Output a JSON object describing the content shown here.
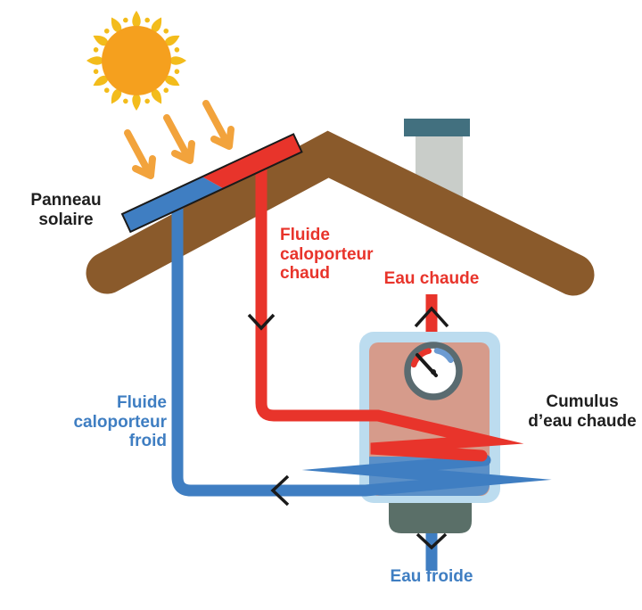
{
  "labels": {
    "panel": "Panneau\nsolaire",
    "hot_fluid": "Fluide\ncaloporteur\nchaud",
    "hot_water_out": "Eau chaude",
    "tank": "Cumulus\nd’eau chaude",
    "cold_fluid": "Fluide\ncaloporteur\nfroid",
    "cold_water_in": "Eau froide"
  },
  "colors": {
    "hot_red": "#e8342b",
    "cold_blue": "#3f7ec2",
    "text_dark": "#1f1f1f",
    "roof_brown": "#8a5a2b",
    "sun_orange": "#f5a01e",
    "ray_yellow": "#f3bc1b",
    "arrow_orange": "#f2a33c",
    "tank_shell_blue": "#bcdcef",
    "tank_hot_zone": "#d69b8b",
    "tank_cold_zone": "#5b90c8",
    "gauge_ring_gray": "#5a6b70",
    "gauge_arc_blue": "#6c9bd2",
    "base_gray": "#5a6f68",
    "chimney_cap_teal": "#42707f",
    "chimney_body_gray": "#c9cdc9",
    "line_black": "#1a1a1a"
  }
}
